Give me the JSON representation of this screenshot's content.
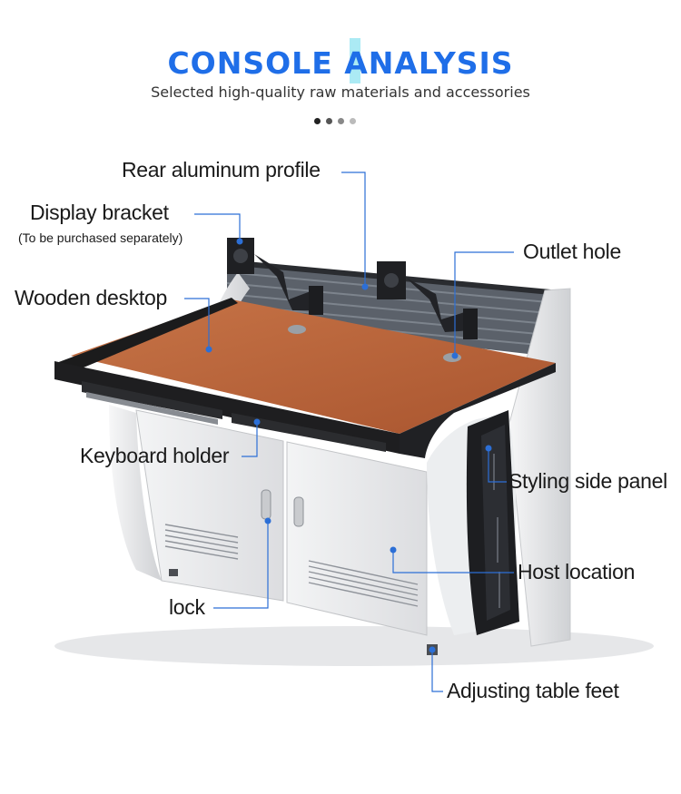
{
  "header": {
    "title": "CONSOLE ANALYSIS",
    "subtitle": "Selected high-quality raw materials and accessories",
    "dots": [
      "#222222",
      "#555555",
      "#888888",
      "#bbbbbb"
    ]
  },
  "labels": {
    "rear_profile": "Rear aluminum profile",
    "display_bracket": "Display bracket",
    "display_bracket_note": "(To be purchased separately)",
    "outlet_hole": "Outlet hole",
    "wooden_desktop": "Wooden desktop",
    "keyboard_holder": "Keyboard holder",
    "styling_side_panel": "Styling side panel",
    "host_location": "Host location",
    "lock": "lock",
    "adjusting_feet": "Adjusting table feet"
  },
  "colors": {
    "accent": "#1f6ee8",
    "leader": "#2c6fd6",
    "wood": "#b8633a",
    "cabinet": "#e9eaec",
    "trim": "#1c1c1c"
  }
}
